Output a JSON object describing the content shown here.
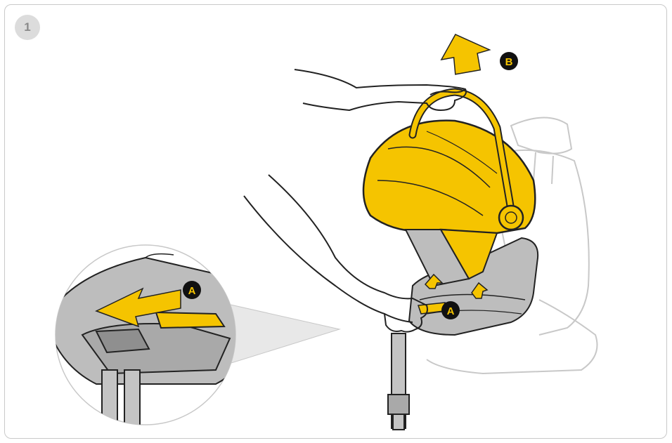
{
  "step": {
    "number": "1"
  },
  "callouts": {
    "release_handle": "A",
    "lift_direction": "B"
  },
  "colors": {
    "accent_yellow": "#f5c400",
    "outline": "#222222",
    "base_grey": "#bdbdbd",
    "seat_outline": "#c8c8c8",
    "frame_border": "#c9c9c9",
    "badge_bg": "#dcdcdc"
  },
  "icons": [
    "lift-arrow-icon",
    "release-arrow-icon",
    "callout-a-icon",
    "callout-b-icon"
  ]
}
